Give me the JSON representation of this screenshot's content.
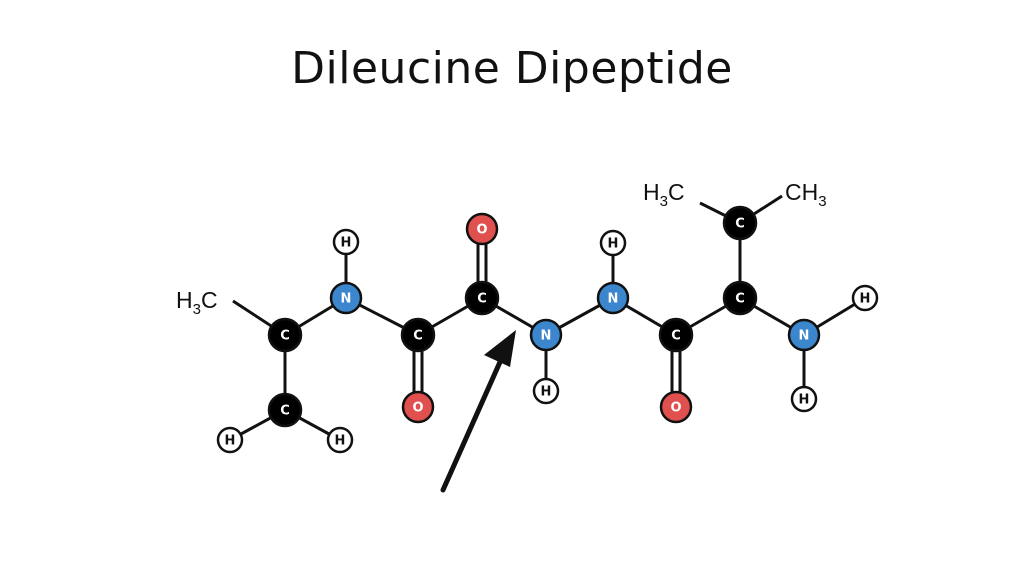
{
  "title": "Dileucine Dipeptide",
  "colors": {
    "carbon": "#000000",
    "oxygen": "#e0504e",
    "nitrogen": "#3b86cc",
    "hydrogen": "#ffffff",
    "bond": "#111111"
  },
  "atoms": [
    {
      "id": "c1",
      "element": "C",
      "label": "C"
    },
    {
      "id": "c2",
      "element": "C",
      "label": "C"
    },
    {
      "id": "h1",
      "element": "H",
      "label": "H"
    },
    {
      "id": "h2",
      "element": "H",
      "label": "H"
    },
    {
      "id": "n1",
      "element": "N",
      "label": "N"
    },
    {
      "id": "h3",
      "element": "H",
      "label": "H"
    },
    {
      "id": "c3",
      "element": "C",
      "label": "C"
    },
    {
      "id": "o1",
      "element": "O",
      "label": "O"
    },
    {
      "id": "c4",
      "element": "C",
      "label": "C"
    },
    {
      "id": "o2",
      "element": "O",
      "label": "O"
    },
    {
      "id": "n2",
      "element": "N",
      "label": "N"
    },
    {
      "id": "h4",
      "element": "H",
      "label": "H"
    },
    {
      "id": "n3",
      "element": "N",
      "label": "N"
    },
    {
      "id": "h5",
      "element": "H",
      "label": "H"
    },
    {
      "id": "c5",
      "element": "C",
      "label": "C"
    },
    {
      "id": "o3",
      "element": "O",
      "label": "O"
    },
    {
      "id": "c6",
      "element": "C",
      "label": "C"
    },
    {
      "id": "c7",
      "element": "C",
      "label": "C"
    },
    {
      "id": "n4",
      "element": "N",
      "label": "N"
    },
    {
      "id": "h6",
      "element": "H",
      "label": "H"
    },
    {
      "id": "h7",
      "element": "H",
      "label": "H"
    }
  ],
  "groups": {
    "left_methyl": {
      "main": "H",
      "sub": "3",
      "tail": "C"
    },
    "top_left_methyl": {
      "main": "H",
      "sub": "3",
      "tail": "C"
    },
    "top_right_methyl": {
      "main": "CH",
      "sub": "3"
    }
  }
}
